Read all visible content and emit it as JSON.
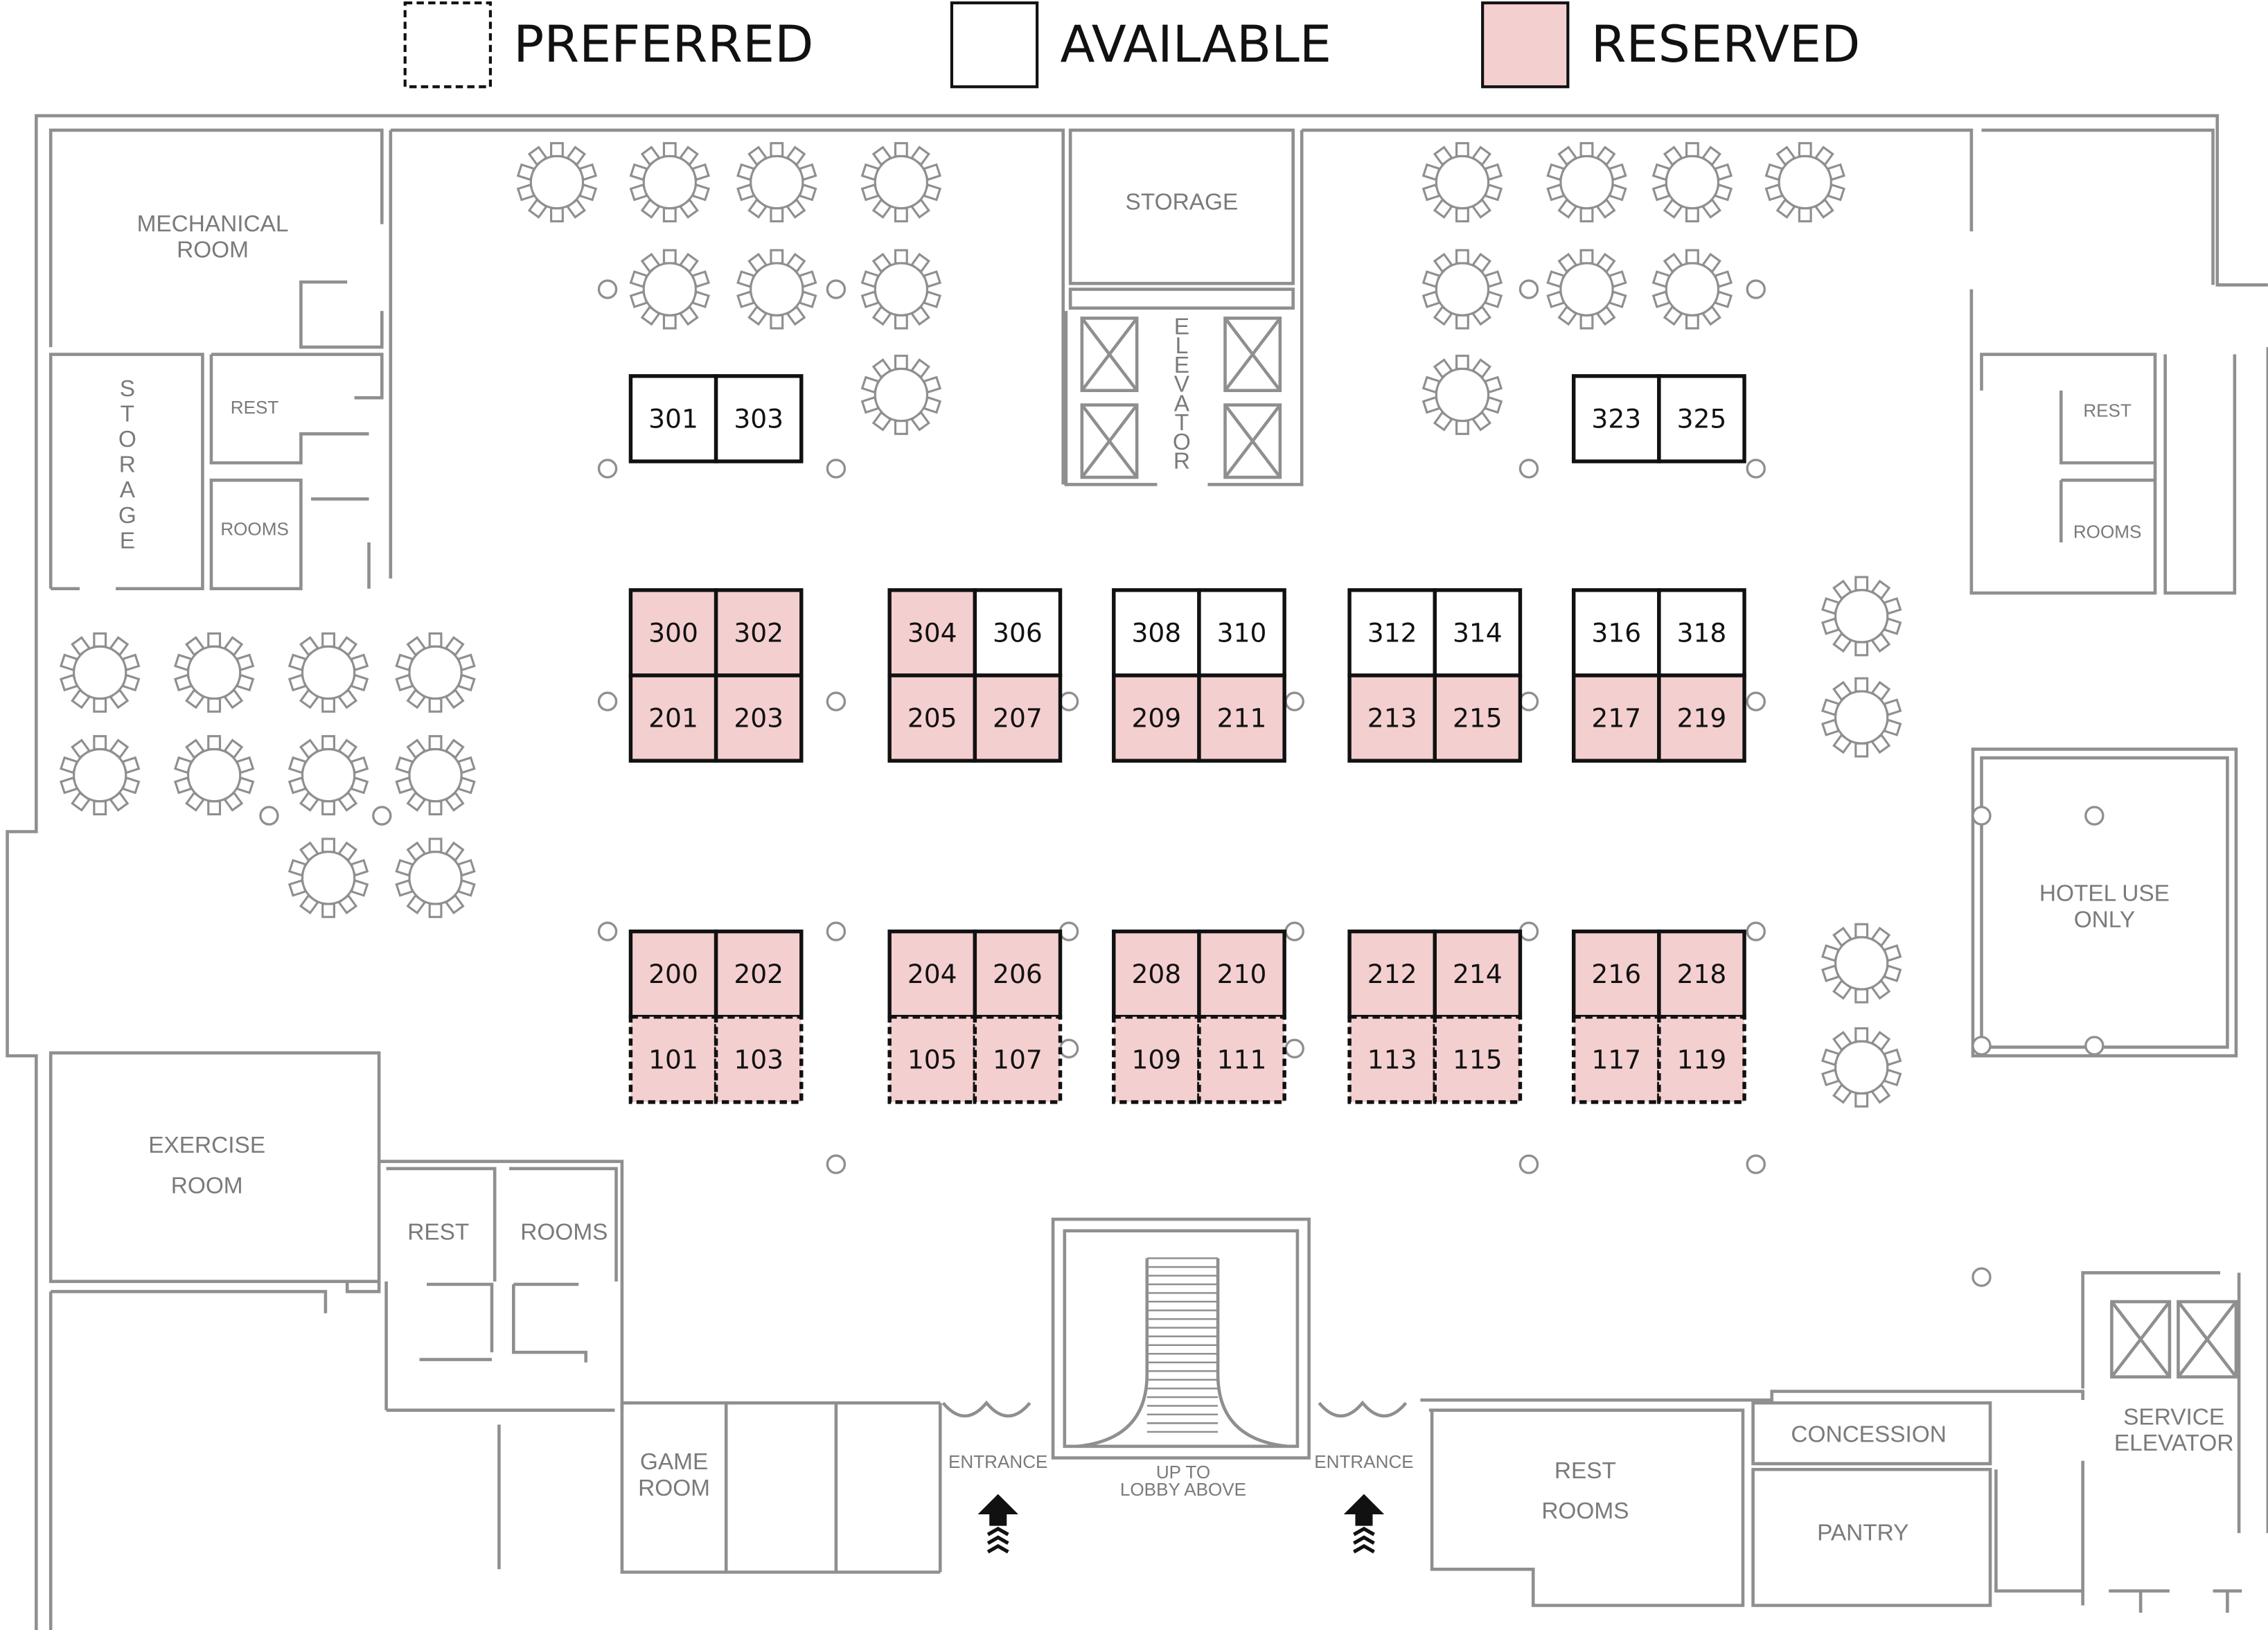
{
  "legend": {
    "preferred": "PREFERRED",
    "available": "AVAILABLE",
    "reserved": "RESERVED"
  },
  "colors": {
    "reserved_fill": "#f4cfd0",
    "available_fill": "#ffffff",
    "booth_stroke": "#111111",
    "wall": "#8f8f8f"
  },
  "rooms": {
    "mechanical": [
      "MECHANICAL",
      "ROOM"
    ],
    "storage_left": "STORAGE",
    "rest_left": "REST",
    "rooms_left": "ROOMS",
    "storage_center": "STORAGE",
    "elevator": "ELEVATOR",
    "rest_right": "REST",
    "rooms_right": "ROOMS",
    "hotel_use": [
      "HOTEL USE",
      "ONLY"
    ],
    "exercise": [
      "EXERCISE",
      "ROOM"
    ],
    "rest_bottom": "REST",
    "rooms_bottom": "ROOMS",
    "game": [
      "GAME",
      "ROOM"
    ],
    "entrance_left": "ENTRANCE",
    "entrance_right": "ENTRANCE",
    "lobby": [
      "UP TO",
      "LOBBY ABOVE"
    ],
    "restrooms_bottom": [
      "REST",
      "ROOMS"
    ],
    "concession": "CONCESSION",
    "pantry": "PANTRY",
    "service_elevator": [
      "SERVICE",
      "ELEVATOR"
    ]
  },
  "booths": [
    {
      "id": "301",
      "status": "available",
      "preferred": false
    },
    {
      "id": "303",
      "status": "available",
      "preferred": false
    },
    {
      "id": "323",
      "status": "available",
      "preferred": false
    },
    {
      "id": "325",
      "status": "available",
      "preferred": false
    },
    {
      "id": "300",
      "status": "reserved",
      "preferred": false
    },
    {
      "id": "302",
      "status": "reserved",
      "preferred": false
    },
    {
      "id": "304",
      "status": "reserved",
      "preferred": false
    },
    {
      "id": "306",
      "status": "available",
      "preferred": false
    },
    {
      "id": "308",
      "status": "available",
      "preferred": false
    },
    {
      "id": "310",
      "status": "available",
      "preferred": false
    },
    {
      "id": "312",
      "status": "available",
      "preferred": false
    },
    {
      "id": "314",
      "status": "available",
      "preferred": false
    },
    {
      "id": "316",
      "status": "available",
      "preferred": false
    },
    {
      "id": "318",
      "status": "available",
      "preferred": false
    },
    {
      "id": "201",
      "status": "reserved",
      "preferred": false
    },
    {
      "id": "203",
      "status": "reserved",
      "preferred": false
    },
    {
      "id": "205",
      "status": "reserved",
      "preferred": false
    },
    {
      "id": "207",
      "status": "reserved",
      "preferred": false
    },
    {
      "id": "209",
      "status": "reserved",
      "preferred": false
    },
    {
      "id": "211",
      "status": "reserved",
      "preferred": false
    },
    {
      "id": "213",
      "status": "reserved",
      "preferred": false
    },
    {
      "id": "215",
      "status": "reserved",
      "preferred": false
    },
    {
      "id": "217",
      "status": "reserved",
      "preferred": false
    },
    {
      "id": "219",
      "status": "reserved",
      "preferred": false
    },
    {
      "id": "200",
      "status": "reserved",
      "preferred": false
    },
    {
      "id": "202",
      "status": "reserved",
      "preferred": false
    },
    {
      "id": "204",
      "status": "reserved",
      "preferred": false
    },
    {
      "id": "206",
      "status": "reserved",
      "preferred": false
    },
    {
      "id": "208",
      "status": "reserved",
      "preferred": false
    },
    {
      "id": "210",
      "status": "reserved",
      "preferred": false
    },
    {
      "id": "212",
      "status": "reserved",
      "preferred": false
    },
    {
      "id": "214",
      "status": "reserved",
      "preferred": false
    },
    {
      "id": "216",
      "status": "reserved",
      "preferred": false
    },
    {
      "id": "218",
      "status": "reserved",
      "preferred": false
    },
    {
      "id": "101",
      "status": "reserved",
      "preferred": true
    },
    {
      "id": "103",
      "status": "reserved",
      "preferred": true
    },
    {
      "id": "105",
      "status": "reserved",
      "preferred": true
    },
    {
      "id": "107",
      "status": "reserved",
      "preferred": true
    },
    {
      "id": "109",
      "status": "reserved",
      "preferred": true
    },
    {
      "id": "111",
      "status": "reserved",
      "preferred": true
    },
    {
      "id": "113",
      "status": "reserved",
      "preferred": true
    },
    {
      "id": "115",
      "status": "reserved",
      "preferred": true
    },
    {
      "id": "117",
      "status": "reserved",
      "preferred": true
    },
    {
      "id": "119",
      "status": "reserved",
      "preferred": true
    }
  ]
}
